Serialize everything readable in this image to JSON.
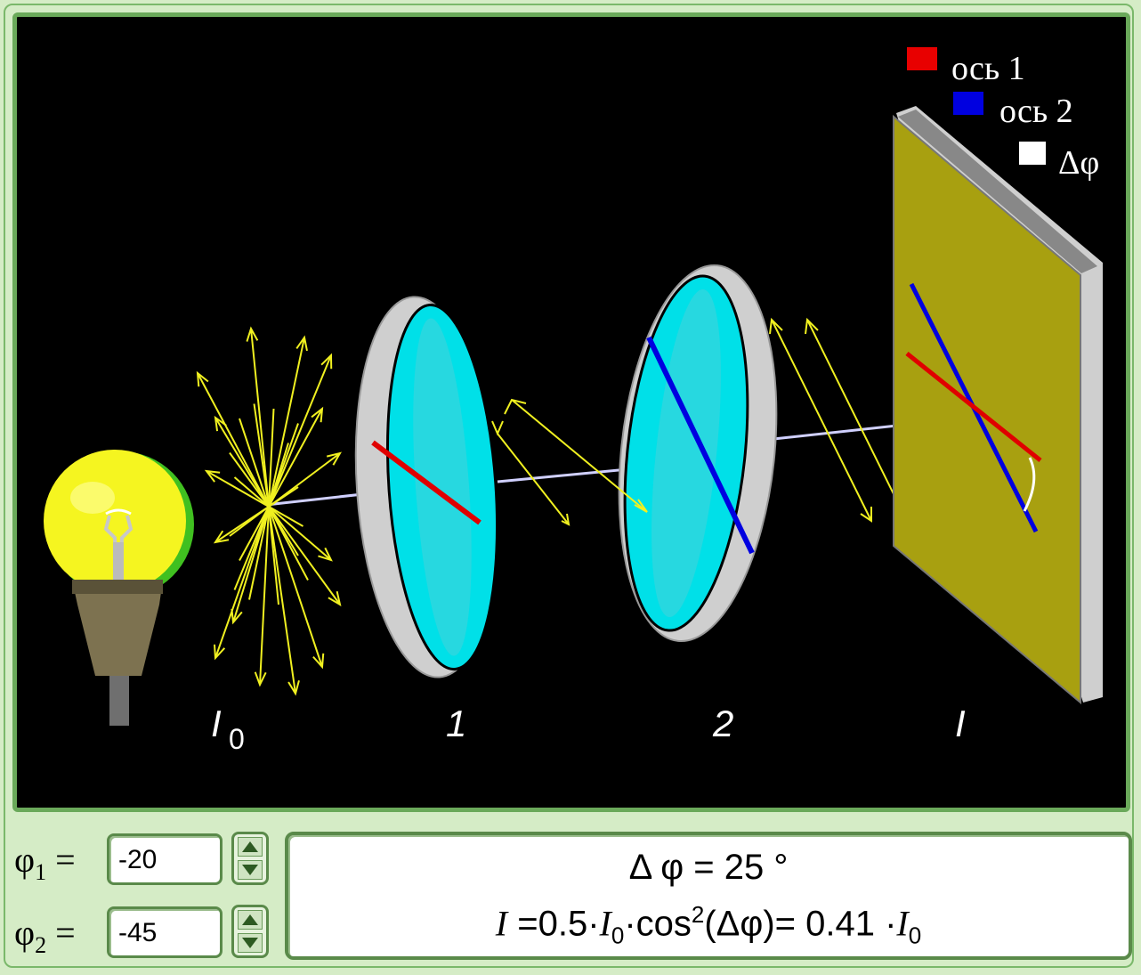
{
  "legend": {
    "axis1_label": "ось 1",
    "axis2_label": "ось 2",
    "delta_label": "Δφ",
    "axis1_color": "#e80000",
    "axis2_color": "#0000e0",
    "delta_color": "#ffffff"
  },
  "scene_labels": {
    "source_symbol": "I",
    "source_subscript": "0",
    "polarizer1": "1",
    "polarizer2": "2",
    "screen": "I"
  },
  "controls": {
    "phi1_symbol": "φ",
    "phi1_sub": "1",
    "phi1_eq": "=",
    "phi1_value": "-20",
    "phi2_symbol": "φ",
    "phi2_sub": "2",
    "phi2_eq": "=",
    "phi2_value": "-45"
  },
  "result": {
    "delta_text": "Δ φ = 25 °",
    "formula_I": "I",
    "formula_a": " =0.5·",
    "formula_I0": "I",
    "formula_I0_sub": "0",
    "formula_b": "·cos",
    "formula_sup": "2",
    "formula_c": "(Δφ)= 0.41 ·",
    "formula_I0b": "I",
    "formula_I0b_sub": "0"
  },
  "colors": {
    "frame_green": "#6aa95a",
    "background": "#d5ecc6",
    "filter_glass": "#00e5e5",
    "screen_olive": "#a09a10",
    "ray_yellow": "#f0f020"
  }
}
